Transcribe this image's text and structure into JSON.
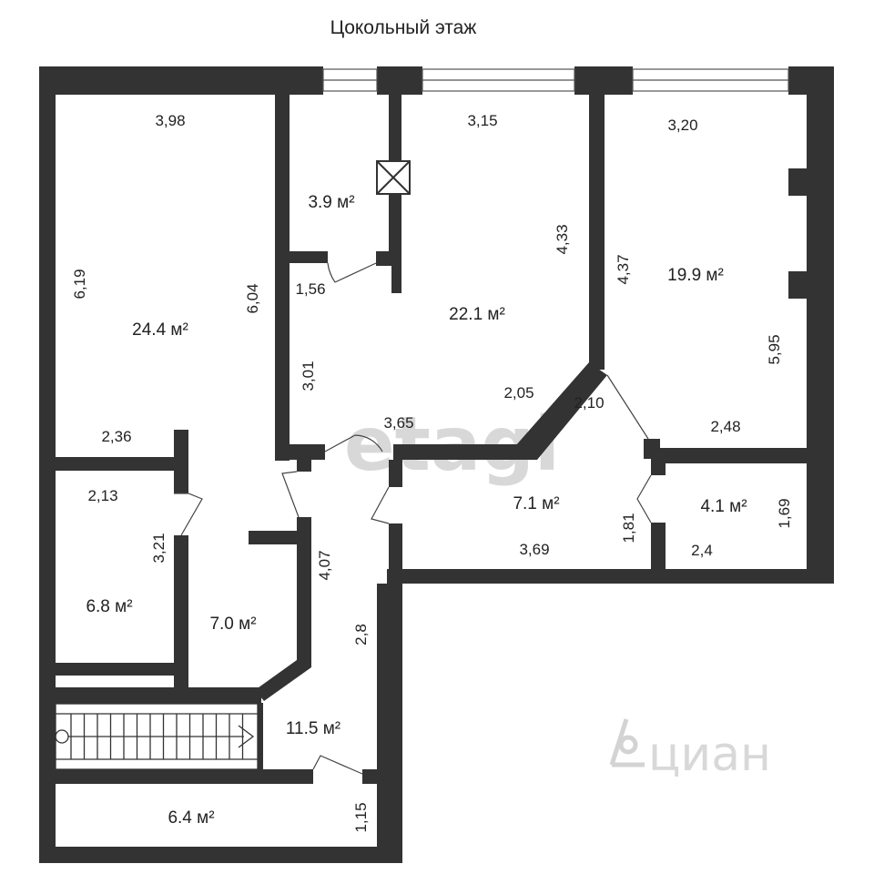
{
  "title": "Цокольный этаж",
  "rooms": [
    {
      "id": "r244",
      "area": "24.4 м²"
    },
    {
      "id": "r39",
      "area": "3.9 м²"
    },
    {
      "id": "r221",
      "area": "22.1 м²"
    },
    {
      "id": "r199",
      "area": "19.9 м²"
    },
    {
      "id": "r71",
      "area": "7.1 м²"
    },
    {
      "id": "r41",
      "area": "4.1 м²"
    },
    {
      "id": "r68",
      "area": "6.8 м²"
    },
    {
      "id": "r70",
      "area": "7.0 м²"
    },
    {
      "id": "r115",
      "area": "11.5 м²"
    },
    {
      "id": "r64",
      "area": "6.4 м²"
    }
  ],
  "dims": {
    "d398": "3,98",
    "d619": "6,19",
    "d604": "6,04",
    "d236": "2,36",
    "d315": "3,15",
    "d433": "4,33",
    "d156": "1,56",
    "d301": "3,01",
    "d365": "3,65",
    "d205": "2,05",
    "d320": "3,20",
    "d437": "4,37",
    "d595": "5,95",
    "d210": "2,10",
    "d248": "2,48",
    "d213": "2,13",
    "d321": "3,21",
    "d407": "4,07",
    "d369": "3,69",
    "d181": "1,81",
    "d169": "1,69",
    "d24": "2,4",
    "d28": "2,8",
    "d115": "1,15"
  },
  "watermarks": {
    "etagi": "etagi",
    "cian": "циан"
  }
}
